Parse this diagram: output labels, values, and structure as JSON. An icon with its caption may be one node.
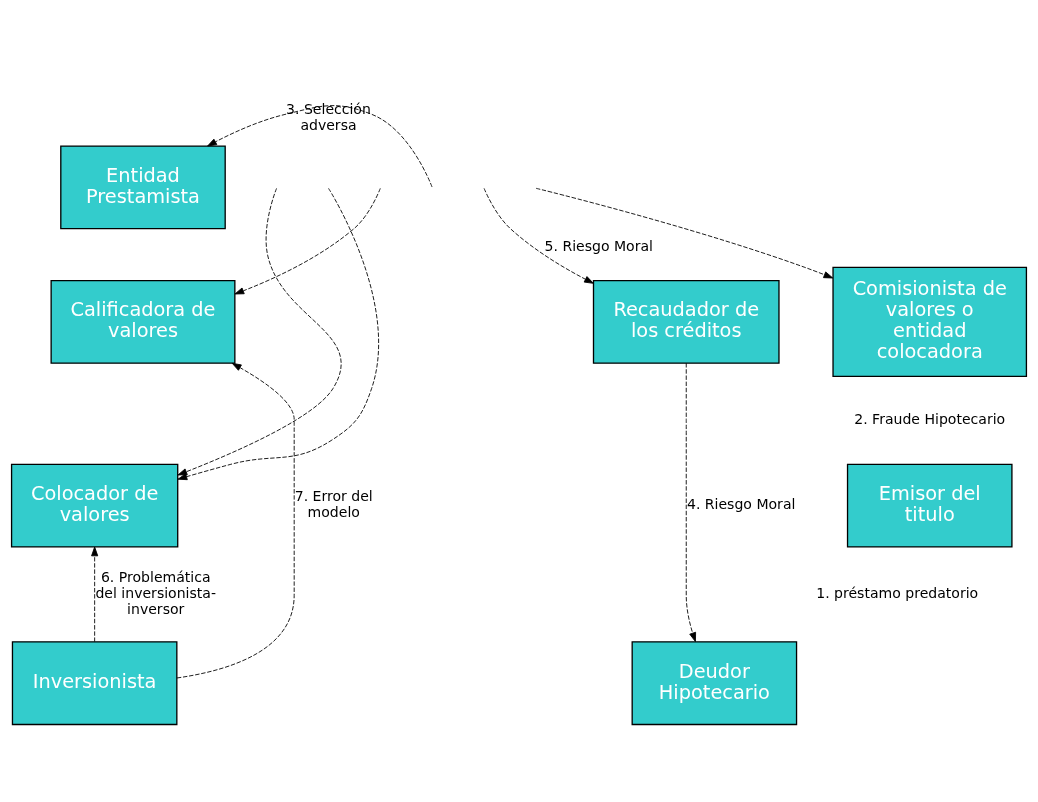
{
  "diagram": {
    "nodes": [
      {
        "text": [
          "Entidad Prestamista"
        ]
      },
      {
        "text": [
          "Comisionista de valores o entidad colocadora"
        ]
      },
      {
        "text": [
          "Recaudador de los créditos"
        ]
      },
      {
        "text": [
          "Calificadora de valores"
        ]
      },
      {
        "text": [
          "Colocador de valores"
        ]
      },
      {
        "text": [
          "Emisor del titulo"
        ]
      },
      {
        "text": [
          "Inversionista"
        ]
      },
      {
        "text": [
          "Deudor Hipotecario"
        ]
      }
    ],
    "edges": [
      {
        "from": null,
        "to": 0,
        "arrow": "to",
        "style": "dashed",
        "label": "3. Selección adversa"
      },
      {
        "from": null,
        "to": 1,
        "arrow": "to",
        "style": "dashed"
      },
      {
        "from": null,
        "to": 4,
        "arrow": "to",
        "style": "dashed"
      },
      {
        "from": null,
        "to": 2,
        "arrow": "to",
        "style": "dashed",
        "label": "5. Riesgo Moral"
      },
      {
        "from": null,
        "to": 3,
        "arrow": "to",
        "style": "dashed"
      },
      {
        "from": null,
        "to": 4,
        "arrow": "to",
        "style": "dashed"
      },
      {
        "from": 6,
        "to": 4,
        "arrow": "to",
        "style": "dashed",
        "label": "6. Problemática del inversionista- inversor"
      },
      {
        "from": 6,
        "to": 3,
        "arrow": "to",
        "style": "dashed",
        "label": "7. Error del modelo"
      },
      {
        "from": 2,
        "to": 7,
        "arrow": "to",
        "style": "dashed",
        "label": "4. Riesgo Moral"
      }
    ],
    "labels": [
      "2. Fraude Hipotecario",
      "1. préstamo predatorio"
    ]
  }
}
